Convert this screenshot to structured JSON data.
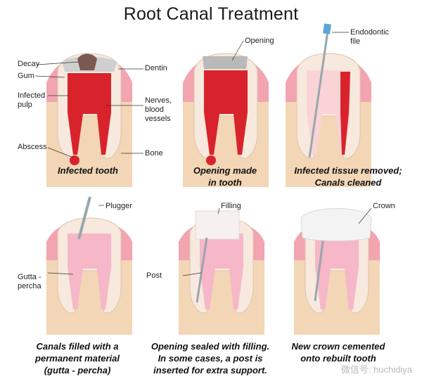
{
  "title": "Root Canal Treatment",
  "panels": [
    {
      "labels": [
        "Decay",
        "Gum",
        "Infected\npulp",
        "Abscess",
        "Dentin",
        "Nerves,\nblood\nvessels",
        "Bone"
      ],
      "caption": "Infected tooth"
    },
    {
      "labels": [
        "Opening"
      ],
      "caption": "Opening made\nin tooth"
    },
    {
      "labels": [
        "Endodontic\nfile"
      ],
      "caption": "Infected tissue removed;\nCanals cleaned"
    },
    {
      "labels": [
        "Plugger",
        "Gutta -\npercha"
      ],
      "caption": "Canals filled with a\npermanent material\n(gutta - percha)"
    },
    {
      "labels": [
        "Filling",
        "Post"
      ],
      "caption": "Opening sealed with filling.\nIn some cases, a post is\ninserted for extra support."
    },
    {
      "labels": [
        "Crown"
      ],
      "caption": "New crown cemented\nonto rebuilt tooth"
    }
  ],
  "watermark": "微信号: huchidiya",
  "colors": {
    "bone": "#f2d6b6",
    "gum": "#f2a4b0",
    "dentin": "#f7e9dd",
    "pulp": "#d9232c",
    "filling": "#f6b7c8",
    "instrument": "#5aa6d6",
    "enamel": "#cfcfcf"
  }
}
